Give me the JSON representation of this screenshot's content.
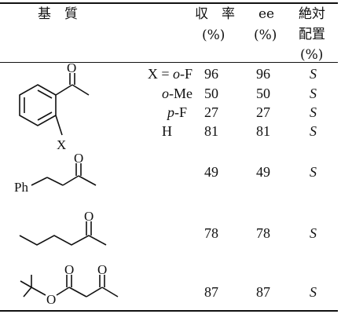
{
  "header": {
    "substrate": "基　質",
    "yield_l1": "収　率",
    "yield_l2": "(%)",
    "ee_l1": "ee",
    "ee_l2": "(%)",
    "abs_l1": "絶対",
    "abs_l2": "配置",
    "abs_l3": "(%)"
  },
  "rows": [
    {
      "label_prefix": "X = ",
      "label_italic": "o",
      "label_suffix": "-F",
      "yield": "96",
      "ee": "96",
      "config": "S"
    },
    {
      "label_prefix": "",
      "label_italic": "o",
      "label_suffix": "-Me",
      "yield": "50",
      "ee": "50",
      "config": "S"
    },
    {
      "label_prefix": "",
      "label_italic": "p",
      "label_suffix": "-F",
      "yield": "27",
      "ee": "27",
      "config": "S"
    },
    {
      "label_prefix": "",
      "label_italic": "",
      "label_suffix": "H",
      "yield": "81",
      "ee": "81",
      "config": "S"
    },
    {
      "label_prefix": "",
      "label_italic": "",
      "label_suffix": "",
      "yield": "49",
      "ee": "49",
      "config": "S"
    },
    {
      "label_prefix": "",
      "label_italic": "",
      "label_suffix": "",
      "yield": "78",
      "ee": "78",
      "config": "S"
    },
    {
      "label_prefix": "",
      "label_italic": "",
      "label_suffix": "",
      "yield": "87",
      "ee": "87",
      "config": "S"
    }
  ],
  "atoms": {
    "o": "O",
    "x": "X",
    "ph": "Ph"
  }
}
